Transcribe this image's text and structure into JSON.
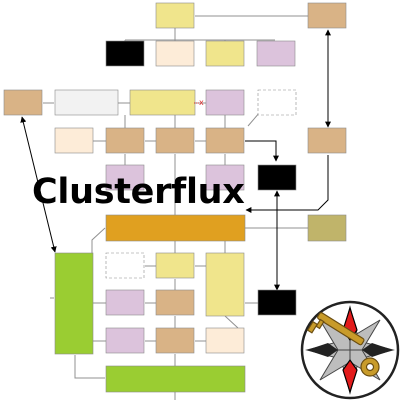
{
  "title": "Clusterflux",
  "palette": {
    "yellow": "#f0e58c",
    "beige": "#fdecd8",
    "lavender": "#dcc3dc",
    "tan": "#d9b386",
    "orange": "#e0a020",
    "olive": "#c0b46a",
    "green": "#9acd32",
    "grey": "#f2f2f2",
    "black": "#000000",
    "line": "#909090",
    "arrow": "#000000",
    "broken_link": "#e03030"
  },
  "logo": {
    "name": "compass-key-logo",
    "colors": {
      "ring": "#222222",
      "star": "#bdbdbd",
      "accent": "#e21b1b",
      "key": "#c89b2a"
    }
  },
  "broken_link_mark": "x"
}
